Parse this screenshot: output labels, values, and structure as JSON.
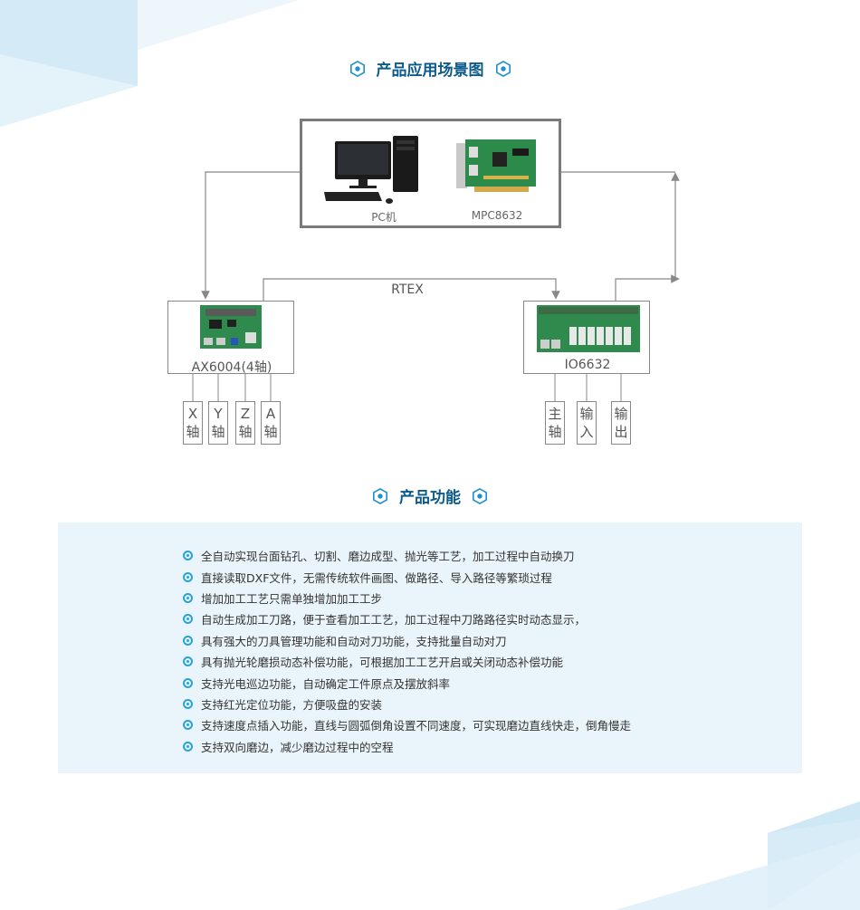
{
  "section1": {
    "title": "产品应用场景图"
  },
  "diagram": {
    "pc_label": "PC机",
    "card_label": "MPC8632",
    "bus_label": "RTEX",
    "left_module": "AX6004(4轴)",
    "right_module": "IO6632",
    "left_axes": [
      {
        "top": "X",
        "bottom": "轴"
      },
      {
        "top": "Y",
        "bottom": "轴"
      },
      {
        "top": "Z",
        "bottom": "轴"
      },
      {
        "top": "A",
        "bottom": "轴"
      }
    ],
    "right_ports": [
      {
        "top": "主",
        "bottom": "轴"
      },
      {
        "top": "输",
        "bottom": "入"
      },
      {
        "top": "输",
        "bottom": "出"
      }
    ]
  },
  "section2": {
    "title": "产品功能"
  },
  "features": [
    "全自动实现台面钻孔、切割、磨边成型、抛光等工艺，加工过程中自动换刀",
    "直接读取DXF文件，无需传统软件画图、做路径、导入路径等繁琐过程",
    "增加加工工艺只需单独增加加工工步",
    "自动生成加工刀路，便于查看加工工艺，加工过程中刀路路径实时动态显示，",
    "具有强大的刀具管理功能和自动对刀功能，支持批量自动对刀",
    "具有抛光轮磨损动态补偿功能，可根据加工工艺开启或关闭动态补偿功能",
    "支持光电巡边功能，自动确定工件原点及摆放斜率",
    "支持红光定位功能，方便吸盘的安装",
    "支持速度点插入功能，直线与圆弧倒角设置不同速度，可实现磨边直线快走，倒角慢走",
    "支持双向磨边，减少磨边过程中的空程"
  ]
}
